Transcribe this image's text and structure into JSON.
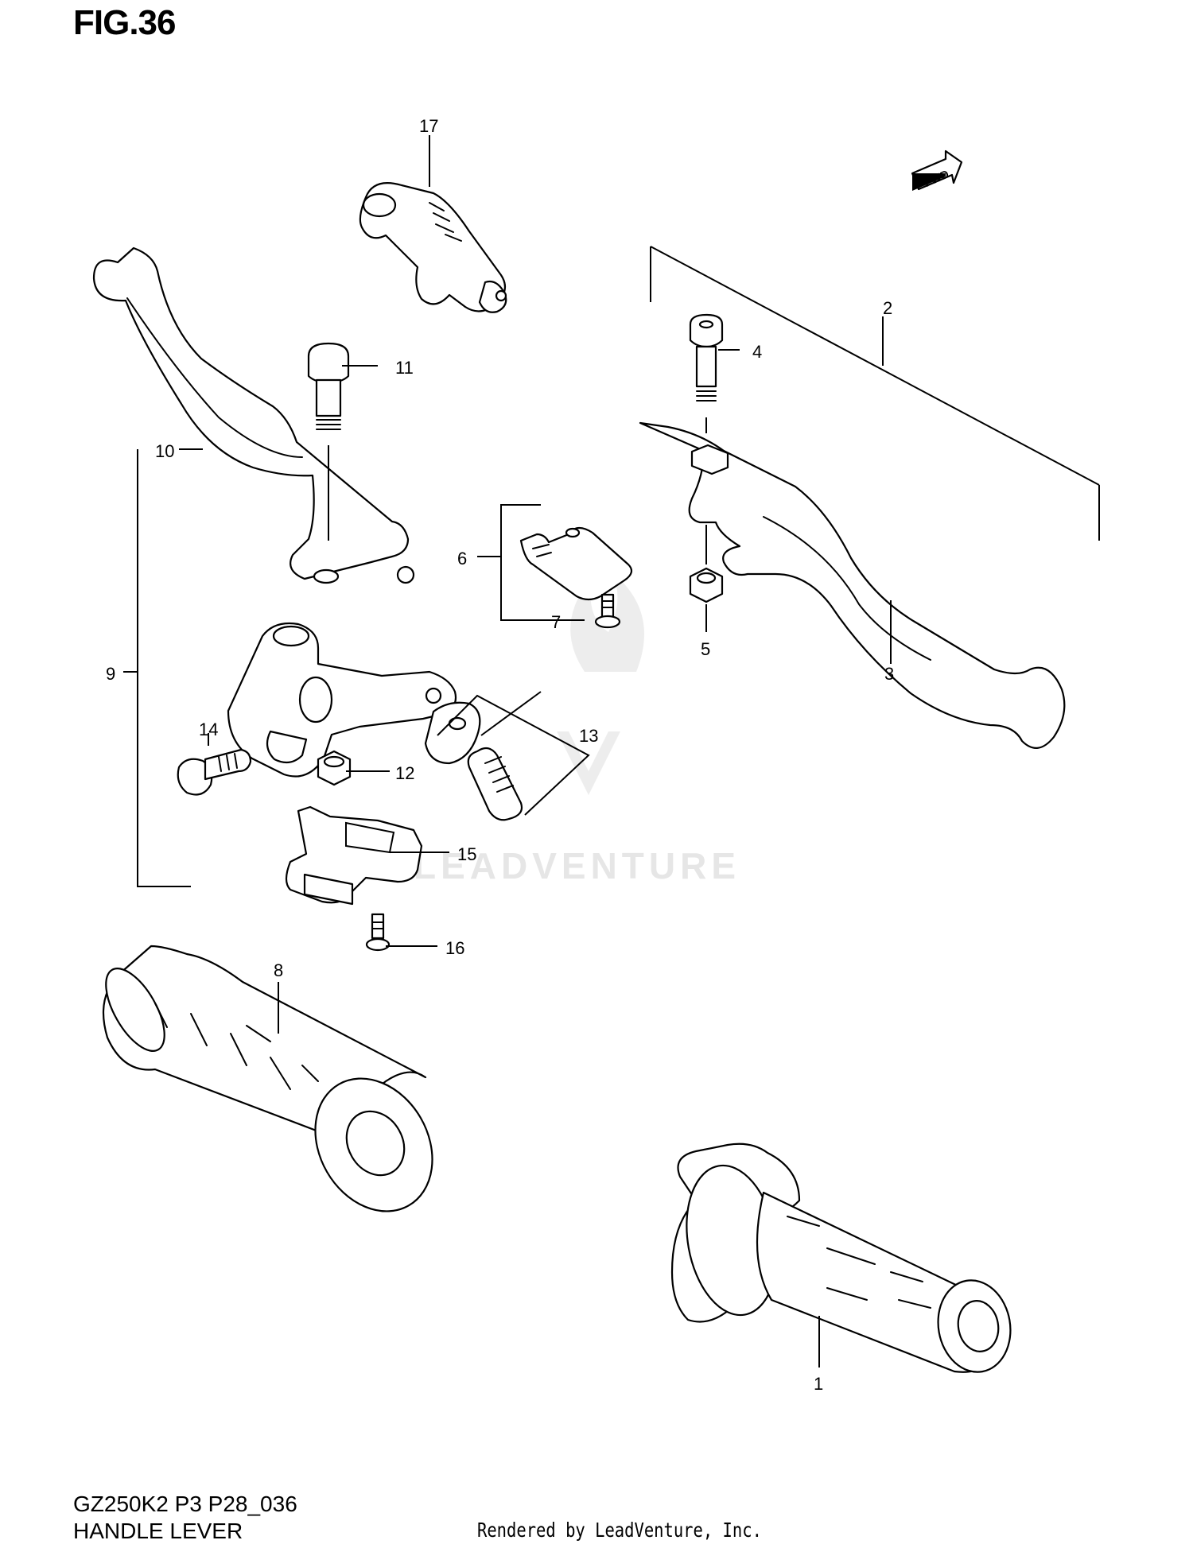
{
  "figure": {
    "title": "FIG.36",
    "model_code": "GZ250K2 P3 P28_036",
    "section_name": "HANDLE LEVER",
    "credit": "Rendered by LeadVenture, Inc.",
    "fwd_label": "FWD",
    "watermark": "LEADVENTURE"
  },
  "callouts": [
    "1",
    "2",
    "3",
    "4",
    "5",
    "6",
    "7",
    "8",
    "9",
    "10",
    "11",
    "12",
    "13",
    "14",
    "15",
    "16",
    "17"
  ],
  "colors": {
    "line": "#000000",
    "background": "#ffffff",
    "watermark": "#e6e6e6"
  }
}
